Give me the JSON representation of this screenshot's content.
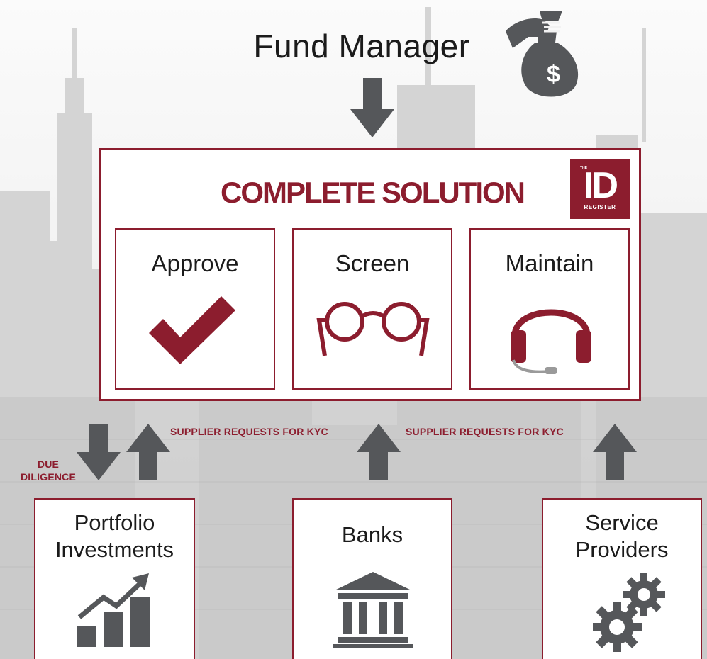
{
  "top_node": {
    "label": "Fund Manager",
    "icon": "money-bag-icon"
  },
  "solution": {
    "title": "COMPLETE SOLUTION",
    "logo": {
      "the": "THE",
      "id": "ID",
      "register": "REGISTER"
    },
    "steps": [
      {
        "label": "Approve",
        "icon": "checkmark-icon"
      },
      {
        "label": "Screen",
        "icon": "glasses-icon"
      },
      {
        "label": "Maintain",
        "icon": "headset-icon"
      }
    ]
  },
  "flows": {
    "due_diligence": [
      "DUE",
      "DILIGENCE"
    ],
    "supplier_requests": [
      "SUPPLIER REQUESTS FOR KYC",
      "SUPPLIER REQUESTS FOR KYC"
    ]
  },
  "bottom_nodes": [
    {
      "label_lines": [
        "Portfolio",
        "Investments"
      ],
      "icon": "growth-chart-icon"
    },
    {
      "label_lines": [
        "Banks"
      ],
      "icon": "bank-building-icon"
    },
    {
      "label_lines": [
        "Service",
        "Providers"
      ],
      "icon": "gears-icon"
    }
  ],
  "colors": {
    "accent": "#8c1d2e",
    "arrow": "#55575a",
    "text": "#1b1b1b"
  }
}
